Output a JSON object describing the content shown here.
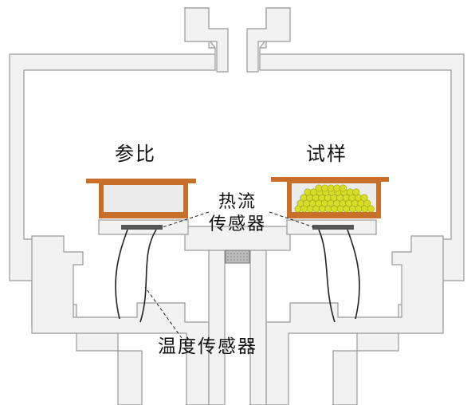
{
  "labels": {
    "reference": "参比",
    "sample": "试样",
    "heat_flow_line1": "热流",
    "heat_flow_line2": "传感器",
    "temperature_sensor": "温度传感器"
  },
  "colors": {
    "wall_fill": "#f2f2f2",
    "wall_stroke": "#999999",
    "pan": "#c8702a",
    "pan_inner": "#ececec",
    "granule": "#d8de28",
    "granule_stroke": "#9a9c12",
    "sensor_plate": "#555555",
    "wire": "#222222",
    "leader": "#222222"
  },
  "icons": {
    "reference_pan": "crucible-pan-icon",
    "sample_pan": "crucible-pan-icon",
    "sample_material": "granules-icon"
  }
}
